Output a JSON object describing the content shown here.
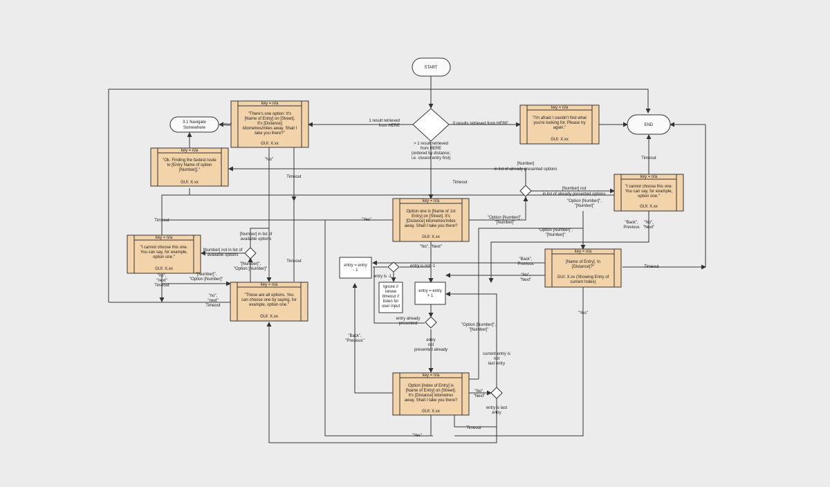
{
  "terminals": {
    "start": "START",
    "end": "END",
    "navigate": [
      "3.1 Navigate",
      "Somewhere"
    ]
  },
  "boxes": {
    "one_option": {
      "key": "key = n/a",
      "body": [
        "\"There's one option: It's",
        "[Name of Entry] on [Street].",
        "It's [Distance]",
        "kilometres/miles away. Shall I",
        "take you there?\""
      ],
      "gui": "GUI: X.xx"
    },
    "fastest_route": {
      "key": "key = n/a",
      "body": [
        "\"Ok. Finding the fastest route",
        "to [Entry Name of option",
        "[Number]].\""
      ],
      "gui": "GUI: X.xx"
    },
    "no_results": {
      "key": "key = n/a",
      "body": [
        "\"I'm afraid I couldn't find what",
        "you're looking for. Please try",
        "again.\""
      ],
      "gui": "GUI: X.xx"
    },
    "option_one": {
      "key": "key = n/a",
      "body": [
        "Option one is [Name of 1st",
        "Entry] on [Street]. It's",
        "[Distance] kilometres/miles",
        "away. Shall I take you there?"
      ],
      "gui": "GUI: X.xx"
    },
    "cannot_left": {
      "key": "key = n/a",
      "body": [
        "\"I cannot choose this one.",
        "You can say, for example,",
        "option one.\""
      ],
      "gui": "GUI: X.xx"
    },
    "all_options": {
      "key": "key = n/a",
      "body": [
        "\"These are all options. You",
        "can choose one by saying, for",
        "example, option one.\""
      ],
      "gui": "GUI: X.xx"
    },
    "cannot_right": {
      "key": "key = n/a",
      "body": [
        "\"I cannot choose this one.",
        "You can say, for example,",
        "option one.\""
      ],
      "gui": "GUI: X.xx"
    },
    "entry_detail": {
      "key": "key = n/a",
      "body": [
        "[Name of Entry]. In",
        "[Distance]?\""
      ],
      "gui": [
        "GUI: X.xx (Showing Entry of",
        "current Index)"
      ]
    },
    "option_index": {
      "key": "key = n/a",
      "body": [
        "Option [Index of Entry] is",
        "[Name of Entry] on [Street].",
        "It's [Distance] kilometres",
        "away. Shall I take you there?"
      ],
      "gui": "GUI: X.xx"
    }
  },
  "actions": {
    "entry_minus": [
      "entry = entry",
      "- 1"
    ],
    "entry_plus": [
      "entry = entry",
      "+ 1"
    ],
    "ignore": [
      "Ignore //",
      "renew",
      "timeout //",
      "listen for",
      "user input"
    ]
  },
  "labels": {
    "one_result": [
      "1 result retrieved",
      "from HERE"
    ],
    "zero_results": "0 results retrieved from HERE",
    "many_results": [
      "> 1 result retrieved",
      "from HERE",
      "(ordered by distance;",
      "i.e. closest entry first)"
    ],
    "yes_navigate": "\"Yes\"",
    "no_one_option": "\"No\"",
    "timeout_one_option": "Timeout",
    "timeout_top_right": "Timeout",
    "number_in_list_top": [
      "[Number]",
      "in list of already presented options"
    ],
    "timeout_mid": "Timeout",
    "number_not_in_list_right": [
      "[Number] not",
      "in list of already presented options"
    ],
    "option_number_right": [
      "\"Option [Number]\",",
      "\"[Number]\""
    ],
    "timeout_left": "Timeout",
    "yes_option_one": "\"Yes\"",
    "option_number_mid": [
      "\"Option [Number]\",",
      "\"[Number]\""
    ],
    "number_in_list_left": [
      "[Number] in list of",
      "available options"
    ],
    "number_not_in_list_left": [
      "[Number] not in list of",
      "available options"
    ],
    "option_number_left": [
      "\"[Number]\",",
      "\"Option [Number]\""
    ],
    "option_number_left2": [
      "\"[Number]\",",
      "\"Option [Number]\""
    ],
    "no_next_left": [
      "\"no\",",
      "\"next\"",
      "Timeout"
    ],
    "no_next_left2": [
      "\"no\",",
      "\"next\"",
      "Timeout"
    ],
    "no_next_option_one": "\"No\", \"Next\"",
    "back_previous_right": [
      "\"Back\",",
      "Previous"
    ],
    "no_next_right": [
      "\"No\",",
      "\"Next\""
    ],
    "option_number_right2": [
      "\"Option [Number]\",",
      "\"[Number]\""
    ],
    "back_previous_mid": [
      "\"Back\",",
      "Previous"
    ],
    "no_next_mid": [
      "\"No\",",
      "\"Next\""
    ],
    "timeout_right": "Timeout",
    "yes_right": "\"Yes\"",
    "entry_is_minus1": "entry is -1",
    "entry_not_minus1": "entry is not -1",
    "entry_already_presented": [
      "entry already",
      "presented"
    ],
    "entry_not_presented": [
      "entry",
      "not",
      "presented already"
    ],
    "back_previous_left": [
      "\"Back\",",
      "\"Previous\""
    ],
    "option_number_bottom": [
      "\"Option [Number]\",",
      "\"[Number]\""
    ],
    "not_last_entry": [
      "current entry is",
      "not",
      "last entry"
    ],
    "no_next_bottom": [
      "\"No\",",
      "\"Next\""
    ],
    "last_entry": [
      "entry is last",
      "entry"
    ],
    "timeout_bottom": "Timeout",
    "yes_bottom": "\"Yes\""
  }
}
